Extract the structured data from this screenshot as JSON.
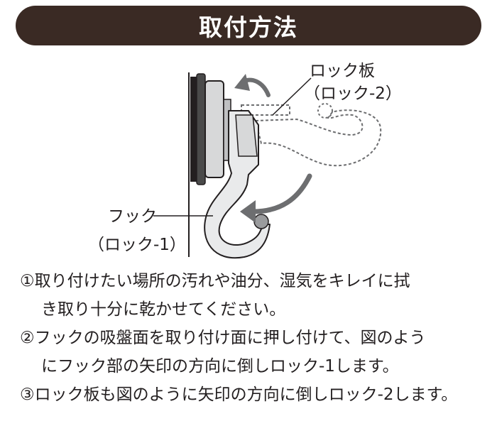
{
  "title": "取付方法",
  "labels": {
    "lock_plate": "ロック板",
    "lock_plate_sub": "（ロック-2）",
    "hook": "フック",
    "hook_sub": "（ロック-1）"
  },
  "steps": [
    "①取り付けたい場所の汚れや油分、湿気をキレイに拭",
    "き取り十分に乾かせてください。",
    "②フックの吸盤面を取り付け面に押し付けて、図のよう",
    "にフック部の矢印の方向に倒しロック-1します。",
    "③ロック板も図のように矢印の方向に倒しロック-2します。"
  ],
  "colors": {
    "title_bg": "#3a2a24",
    "title_text": "#ffffff",
    "hook_fill": "#e9eaeb",
    "arrow": "#6d6e70",
    "outline": "#231f20"
  }
}
